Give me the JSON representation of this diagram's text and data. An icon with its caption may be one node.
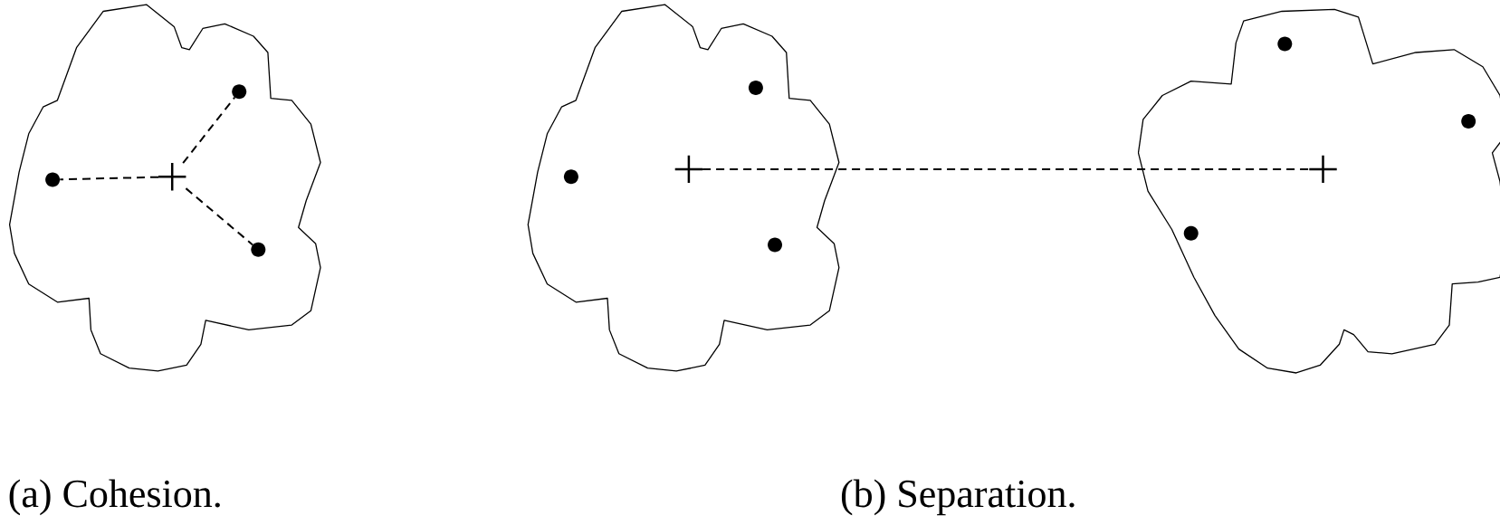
{
  "diagram": {
    "nodes": [
      {
        "text": [],
        "shape": "cloud"
      },
      {
        "text": [],
        "shape": "circle",
        "in": 0
      },
      {
        "text": [],
        "shape": "cross",
        "in": 0
      },
      {
        "text": [],
        "shape": "circle",
        "in": 0
      },
      {
        "text": [],
        "shape": "circle",
        "in": 0
      },
      {
        "text": [],
        "shape": "cloud"
      },
      {
        "text": [],
        "shape": "circle",
        "in": 5
      },
      {
        "text": [],
        "shape": "cross",
        "in": 5
      },
      {
        "text": [],
        "shape": "circle",
        "in": 5
      },
      {
        "text": [],
        "shape": "circle",
        "in": 5
      },
      {
        "text": [],
        "shape": "cloud"
      },
      {
        "text": [],
        "shape": "circle",
        "in": 10
      },
      {
        "text": [],
        "shape": "circle",
        "in": 10
      },
      {
        "text": [],
        "shape": "circle",
        "in": 10
      },
      {
        "text": [],
        "shape": "cross",
        "in": 10
      }
    ],
    "edges": [
      {
        "from": 2,
        "to": 1,
        "arrow": "none",
        "style": "dashed"
      },
      {
        "from": 2,
        "to": 3,
        "arrow": "none",
        "style": "dashed"
      },
      {
        "from": 2,
        "to": 4,
        "arrow": "none",
        "style": "dashed"
      },
      {
        "from": 7,
        "to": 14,
        "arrow": "none",
        "style": "dashed"
      }
    ],
    "labels": [
      "(a) Cohesion.",
      "(b) Separation."
    ]
  }
}
